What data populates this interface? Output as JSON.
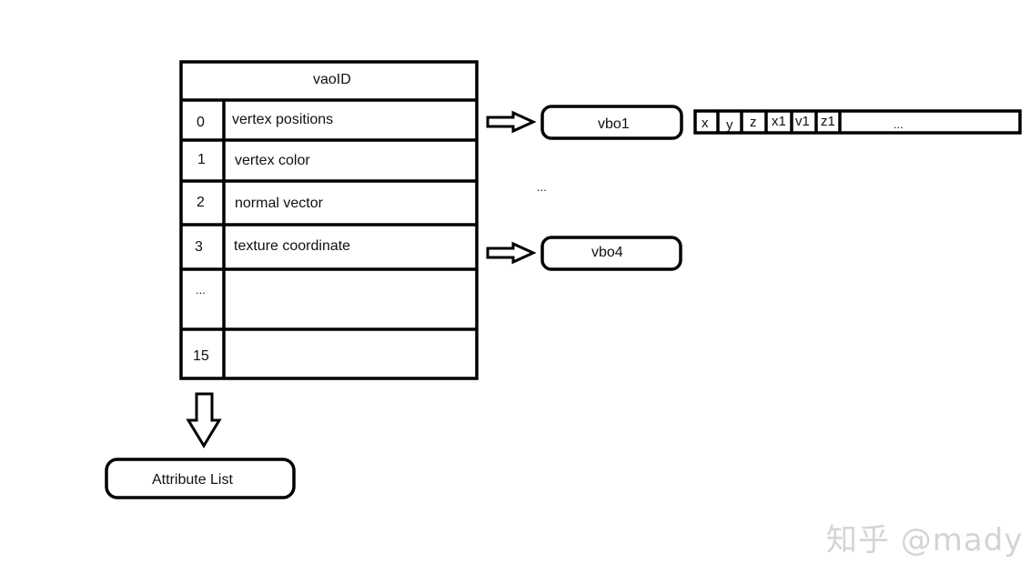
{
  "vao": {
    "title": "vaoID",
    "rows": [
      {
        "index": "0",
        "label": "vertex positions"
      },
      {
        "index": "1",
        "label": "vertex color"
      },
      {
        "index": "2",
        "label": "normal vector"
      },
      {
        "index": "3",
        "label": "texture coordinate"
      },
      {
        "index": "...",
        "label": ""
      },
      {
        "index": "15",
        "label": ""
      }
    ]
  },
  "vbos": {
    "first": "vbo1",
    "ellipsis": "...",
    "last": "vbo4"
  },
  "buffer": {
    "cells": [
      "x",
      "y",
      "z",
      "x1",
      "v1",
      "z1"
    ],
    "tail": "..."
  },
  "attribute_list": "Attribute List",
  "watermark": "知乎 @mady"
}
